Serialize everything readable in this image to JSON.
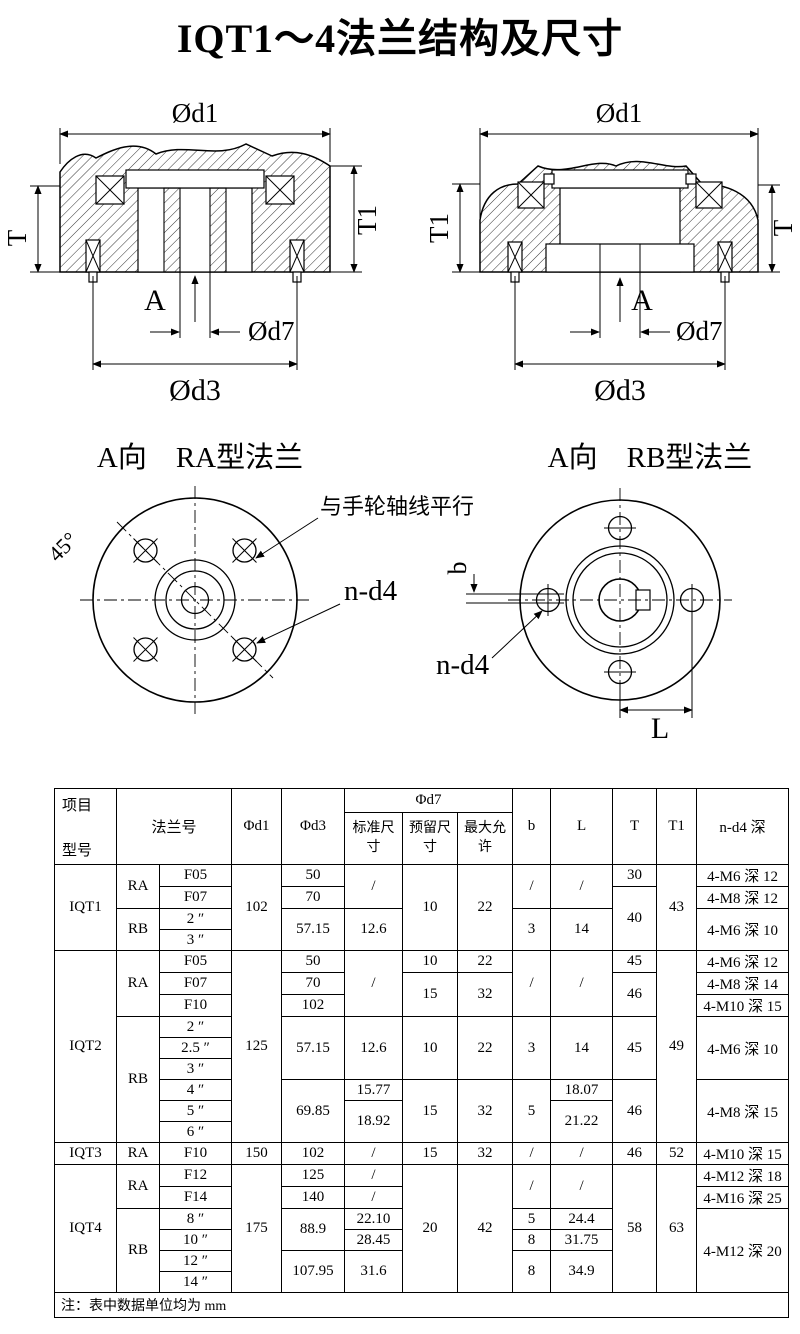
{
  "page": {
    "title": "IQT1～4法兰结构及尺寸"
  },
  "sections": {
    "ra": {
      "d1": "Ød1",
      "t": "T",
      "t1": "T1",
      "a": "A",
      "d7": "Ød7",
      "d3": "Ød3"
    },
    "rb": {
      "d1": "Ød1",
      "t1": "T1",
      "t": "T",
      "a": "A",
      "d7": "Ød7",
      "d3": "Ød3"
    }
  },
  "faces": {
    "ra": {
      "title": "A向　RA型法兰",
      "angle": "45°",
      "parallel_note": "与手轮轴线平行",
      "nd4": "n-d4"
    },
    "rb": {
      "title": "A向　RB型法兰",
      "b": "b",
      "nd4": "n-d4",
      "l": "L"
    }
  },
  "table": {
    "header": {
      "item": "项目",
      "model": "型号",
      "flange_no": "法兰号",
      "d1": "Φd1",
      "d3": "Φd3",
      "d7": "Φd7",
      "d7_std": "标准尺寸",
      "d7_res": "预留尺寸",
      "d7_max": "最大允许",
      "b": "b",
      "l": "L",
      "t": "T",
      "t1": "T1",
      "nd4": "n-d4 深"
    },
    "rows": [
      [
        {
          "t": "IQT1",
          "rs": 4
        },
        {
          "t": "RA",
          "rs": 2
        },
        {
          "t": "F05"
        },
        {
          "t": "102",
          "rs": 4
        },
        {
          "t": "50"
        },
        {
          "t": "/",
          "rs": 2
        },
        {
          "t": "10",
          "rs": 4
        },
        {
          "t": "22",
          "rs": 4
        },
        {
          "t": "/",
          "rs": 2
        },
        {
          "t": "/",
          "rs": 2
        },
        {
          "t": "30"
        },
        {
          "t": "43",
          "rs": 4
        },
        {
          "t": "4-M6 深 12"
        }
      ],
      [
        {
          "t": "F07"
        },
        {
          "t": "70"
        },
        {
          "t": "40",
          "rs": 3
        },
        {
          "t": "4-M8 深 12"
        }
      ],
      [
        {
          "t": "RB",
          "rs": 2
        },
        {
          "t": "2 ″"
        },
        {
          "t": "57.15",
          "rs": 2
        },
        {
          "t": "12.6",
          "rs": 2
        },
        {
          "t": "3",
          "rs": 2
        },
        {
          "t": "14",
          "rs": 2
        },
        {
          "t": "4-M6 深 10",
          "rs": 2
        }
      ],
      [
        {
          "t": "3 ″"
        }
      ],
      [
        {
          "t": "IQT2",
          "rs": 9
        },
        {
          "t": "RA",
          "rs": 3
        },
        {
          "t": "F05"
        },
        {
          "t": "125",
          "rs": 9
        },
        {
          "t": "50"
        },
        {
          "t": "/",
          "rs": 3
        },
        {
          "t": "10"
        },
        {
          "t": "22"
        },
        {
          "t": "/",
          "rs": 3
        },
        {
          "t": "/",
          "rs": 3
        },
        {
          "t": "45"
        },
        {
          "t": "49",
          "rs": 9
        },
        {
          "t": "4-M6 深 12"
        }
      ],
      [
        {
          "t": "F07"
        },
        {
          "t": "70"
        },
        {
          "t": "15",
          "rs": 2
        },
        {
          "t": "32",
          "rs": 2
        },
        {
          "t": "46",
          "rs": 2
        },
        {
          "t": "4-M8 深 14"
        }
      ],
      [
        {
          "t": "F10"
        },
        {
          "t": "102"
        },
        {
          "t": "4-M10 深 15"
        }
      ],
      [
        {
          "t": "RB",
          "rs": 6
        },
        {
          "t": "2 ″"
        },
        {
          "t": "57.15",
          "rs": 3
        },
        {
          "t": "12.6",
          "rs": 3
        },
        {
          "t": "10",
          "rs": 3
        },
        {
          "t": "22",
          "rs": 3
        },
        {
          "t": "3",
          "rs": 3
        },
        {
          "t": "14",
          "rs": 3
        },
        {
          "t": "45",
          "rs": 3
        },
        {
          "t": "4-M6 深 10",
          "rs": 3
        }
      ],
      [
        {
          "t": "2.5 ″"
        }
      ],
      [
        {
          "t": "3 ″"
        }
      ],
      [
        {
          "t": "4 ″"
        },
        {
          "t": "69.85",
          "rs": 3
        },
        {
          "t": "15.77"
        },
        {
          "t": "15",
          "rs": 3
        },
        {
          "t": "32",
          "rs": 3
        },
        {
          "t": "5",
          "rs": 3
        },
        {
          "t": "18.07"
        },
        {
          "t": "46",
          "rs": 3
        },
        {
          "t": "4-M8 深 15",
          "rs": 3
        }
      ],
      [
        {
          "t": "5 ″"
        },
        {
          "t": "18.92",
          "rs": 2
        },
        {
          "t": "21.22",
          "rs": 2
        }
      ],
      [
        {
          "t": "6 ″"
        }
      ],
      [
        {
          "t": "IQT3"
        },
        {
          "t": "RA"
        },
        {
          "t": "F10"
        },
        {
          "t": "150"
        },
        {
          "t": "102"
        },
        {
          "t": "/"
        },
        {
          "t": "15"
        },
        {
          "t": "32"
        },
        {
          "t": "/"
        },
        {
          "t": "/"
        },
        {
          "t": "46"
        },
        {
          "t": "52"
        },
        {
          "t": "4-M10 深 15"
        }
      ],
      [
        {
          "t": "IQT4",
          "rs": 6
        },
        {
          "t": "RA",
          "rs": 2
        },
        {
          "t": "F12"
        },
        {
          "t": "175",
          "rs": 6
        },
        {
          "t": "125"
        },
        {
          "t": "/"
        },
        {
          "t": "20",
          "rs": 6
        },
        {
          "t": "42",
          "rs": 6
        },
        {
          "t": "/",
          "rs": 2
        },
        {
          "t": "/",
          "rs": 2
        },
        {
          "t": "58",
          "rs": 6
        },
        {
          "t": "63",
          "rs": 6
        },
        {
          "t": "4-M12 深 18"
        }
      ],
      [
        {
          "t": "F14"
        },
        {
          "t": "140"
        },
        {
          "t": "/"
        },
        {
          "t": "4-M16 深 25"
        }
      ],
      [
        {
          "t": "RB",
          "rs": 4
        },
        {
          "t": "8 ″"
        },
        {
          "t": "88.9",
          "rs": 2
        },
        {
          "t": "22.10"
        },
        {
          "t": "5"
        },
        {
          "t": "24.4"
        },
        {
          "t": "4-M12 深 20",
          "rs": 4
        }
      ],
      [
        {
          "t": "10 ″"
        },
        {
          "t": "28.45"
        },
        {
          "t": "8"
        },
        {
          "t": "31.75"
        }
      ],
      [
        {
          "t": "12 ″"
        },
        {
          "t": "107.95",
          "rs": 2
        },
        {
          "t": "31.6",
          "rs": 2
        },
        {
          "t": "8",
          "rs": 2
        },
        {
          "t": "34.9",
          "rs": 2
        }
      ],
      [
        {
          "t": "14 ″"
        }
      ]
    ],
    "footnote": "注：表中数据单位均为 mm"
  }
}
